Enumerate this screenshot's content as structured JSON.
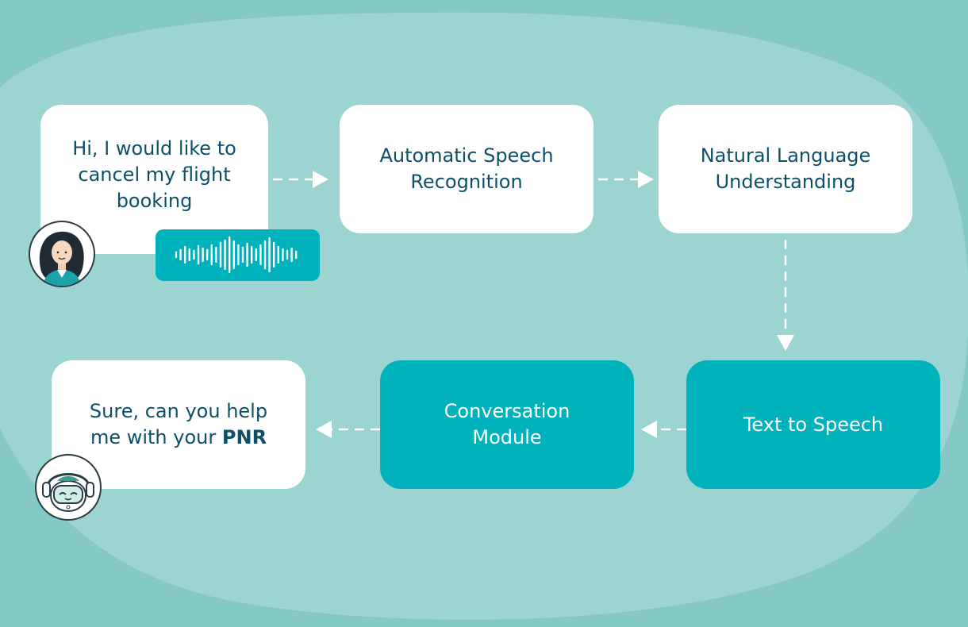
{
  "steps": {
    "user_query": {
      "text": "Hi, I would like to cancel my flight booking"
    },
    "asr": {
      "text": "Automatic Speech Recognition"
    },
    "nlu": {
      "text": "Natural Language Understanding"
    },
    "tts": {
      "text": "Text to Speech"
    },
    "conversation": {
      "text": "Conversation Module"
    },
    "reply": {
      "text_main": "Sure, can you help me with your",
      "text_bold": "PNR"
    }
  },
  "flow": [
    "user_query",
    "asr",
    "nlu",
    "tts",
    "conversation",
    "reply"
  ],
  "icons": {
    "user": "woman-avatar-icon",
    "bot": "robot-headphones-icon",
    "audio": "sound-wave-icon"
  },
  "colors": {
    "background": "#85c9c6",
    "blob": "#9cd4d1",
    "box_light": "#ffffff",
    "box_accent": "#00b2bc",
    "text_dark": "#0d4f68",
    "text_light": "#ffffff"
  }
}
